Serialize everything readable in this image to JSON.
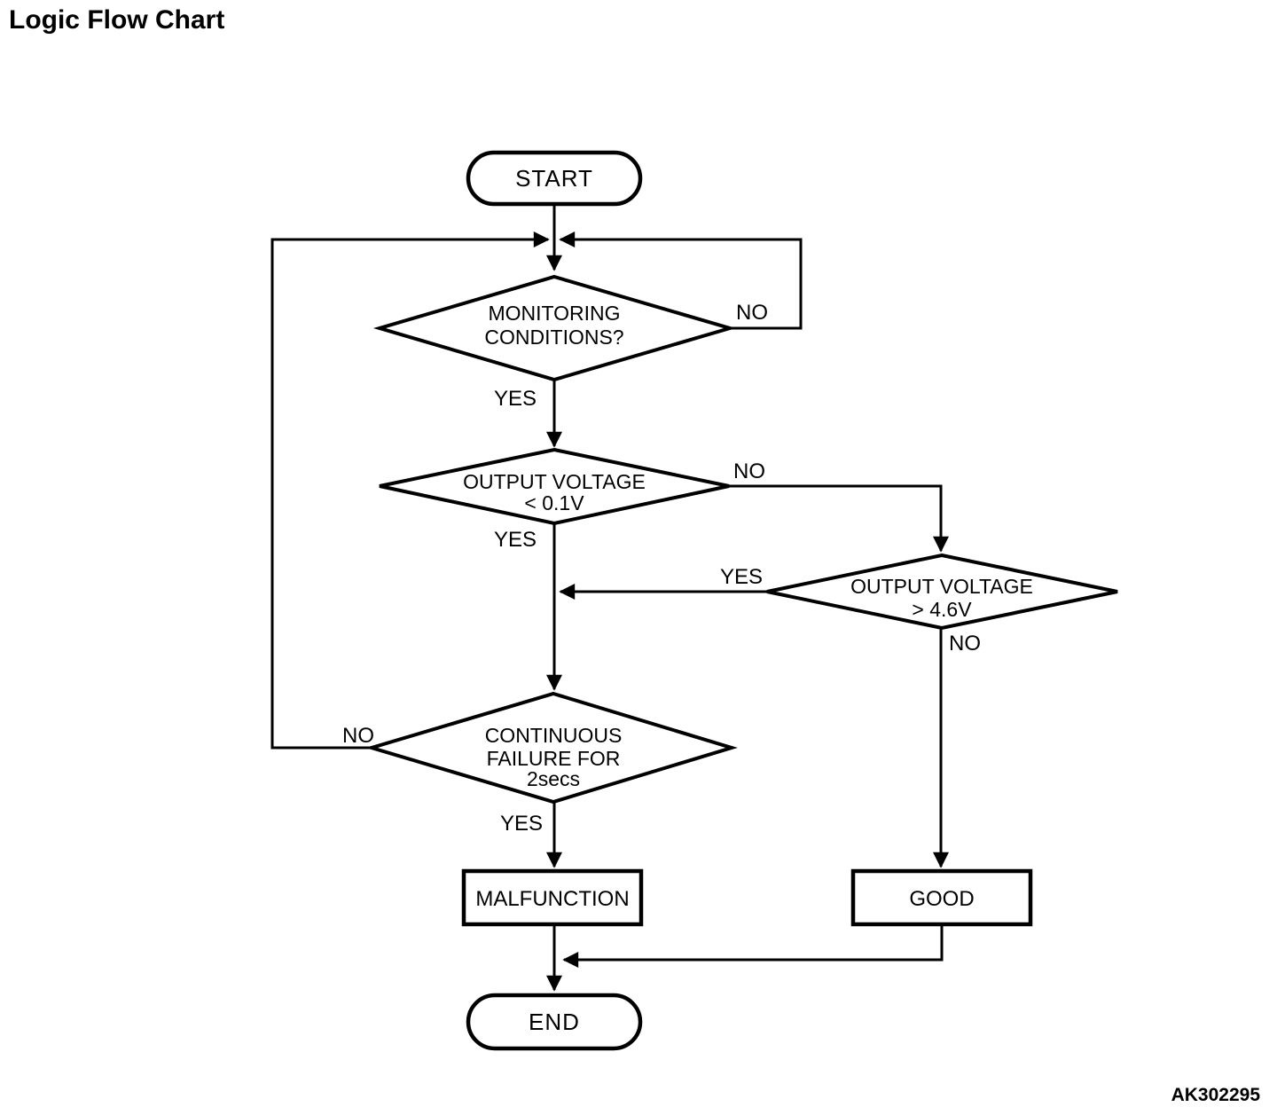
{
  "title": "Logic Flow Chart",
  "figure_code": "AK302295",
  "colors": {
    "ink": "#000000",
    "background": "#ffffff"
  },
  "nodes": {
    "start": {
      "label": "START"
    },
    "monitoring": {
      "lines": [
        "MONITORING",
        "CONDITIONS?"
      ]
    },
    "output_low": {
      "lines": [
        "OUTPUT VOLTAGE",
        "< 0.1V"
      ]
    },
    "output_high": {
      "lines": [
        "OUTPUT VOLTAGE",
        "> 4.6V"
      ]
    },
    "continuous": {
      "lines": [
        "CONTINUOUS",
        "FAILURE FOR",
        "2secs"
      ]
    },
    "malfunction": {
      "label": "MALFUNCTION"
    },
    "good": {
      "label": "GOOD"
    },
    "end": {
      "label": "END"
    }
  },
  "edge_labels": {
    "monitoring_no": "NO",
    "monitoring_yes": "YES",
    "output_low_no": "NO",
    "output_low_yes": "YES",
    "output_high_yes": "YES",
    "output_high_no": "NO",
    "continuous_no": "NO",
    "continuous_yes": "YES"
  }
}
